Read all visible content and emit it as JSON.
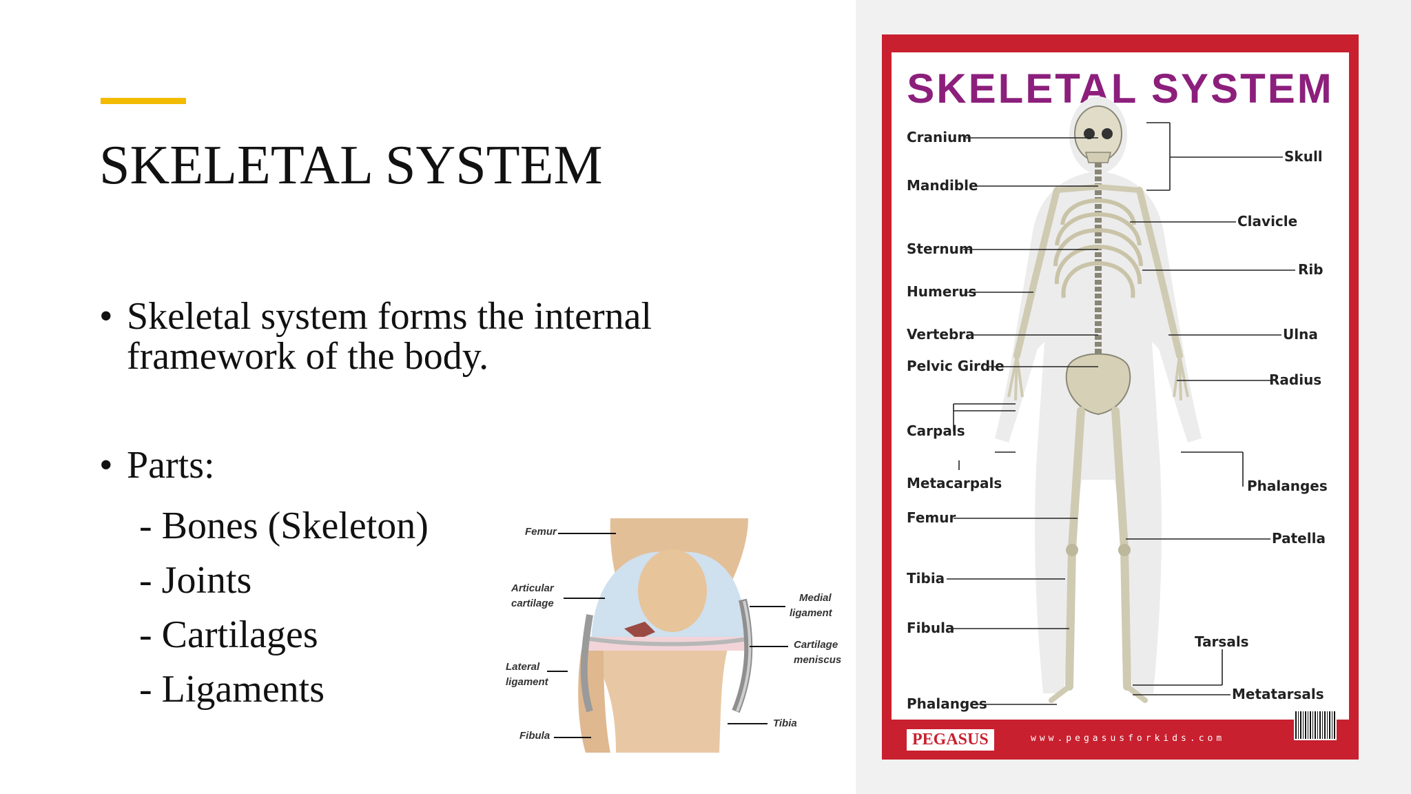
{
  "slide": {
    "title": "SKELETAL SYSTEM",
    "accent_color": "#f2bb00",
    "bullets": [
      {
        "text": "Skeletal system forms the internal framework of the body."
      },
      {
        "text": "Parts:",
        "subitems": [
          "- Bones (Skeleton)",
          "- Joints",
          "- Cartilages",
          "- Ligaments"
        ]
      }
    ]
  },
  "knee_diagram": {
    "labels": {
      "femur": "Femur",
      "articular_1": "Articular",
      "articular_2": "cartilage",
      "lateral_1": "Lateral",
      "lateral_2": "ligament",
      "fibula": "Fibula",
      "medial_1": "Medial",
      "medial_2": "ligament",
      "meniscus_1": "Cartilage",
      "meniscus_2": "meniscus",
      "tibia": "Tibia"
    }
  },
  "poster": {
    "title": "SKELETAL SYSTEM",
    "frame_color": "#c8202f",
    "title_color": "#8c1f7c",
    "labels": {
      "cranium": "Cranium",
      "mandible": "Mandible",
      "sternum": "Sternum",
      "humerus": "Humerus",
      "vertebra": "Vertebra",
      "pelvic": "Pelvic Girdle",
      "carpals": "Carpals",
      "metacarpals": "Metacarpals",
      "femur": "Femur",
      "tibia": "Tibia",
      "fibula": "Fibula",
      "phalanges_foot": "Phalanges",
      "skull": "Skull",
      "clavicle": "Clavicle",
      "rib": "Rib",
      "ulna": "Ulna",
      "radius": "Radius",
      "phalanges_hand": "Phalanges",
      "patella": "Patella",
      "tarsals": "Tarsals",
      "metatarsals": "Metatarsals"
    },
    "publisher": "PEGASUS",
    "url": "www.pegasusforkids.com"
  }
}
